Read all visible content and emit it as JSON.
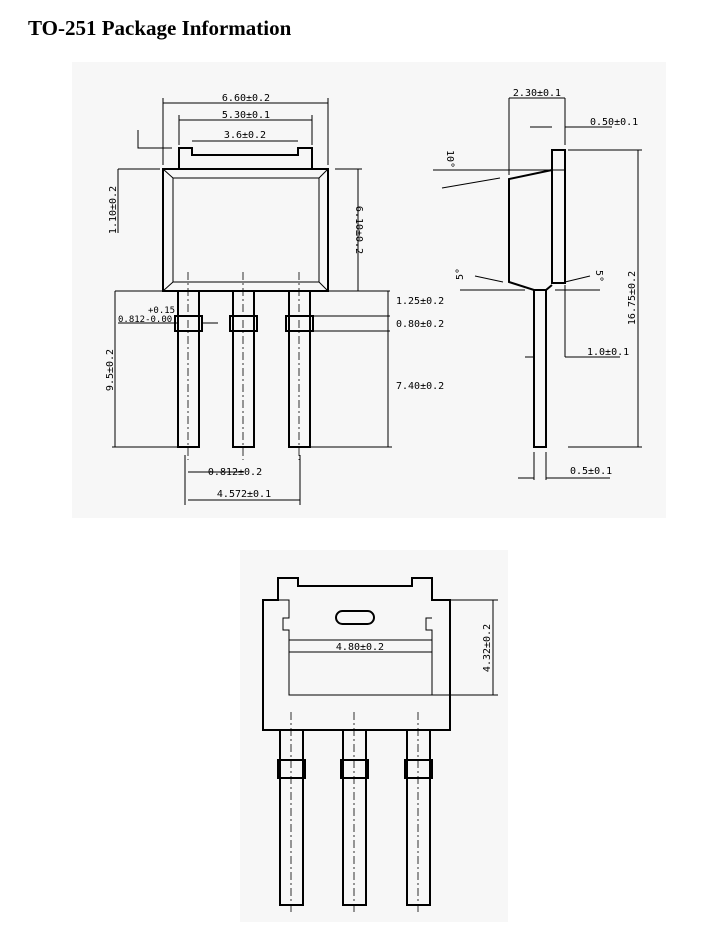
{
  "title": "TO-251 Package Information",
  "front_view": {
    "width_overall": "6.60±0.2",
    "tab_width": "5.30±0.1",
    "tab_notch_width": "3.6±0.2",
    "tab_height": "1.10±0.2",
    "body_height": "6.10±0.2",
    "lead_width_tol_plus": "+0.15",
    "lead_width_tol": "0.812-0.00",
    "lead_shoulder": "1.25±0.2",
    "lead_band": "0.80±0.2",
    "lead_length": "7.40±0.2",
    "lead_total": "9.5±0.2",
    "lead_width": "0.812±0.2",
    "lead_pitch": "4.572±0.1"
  },
  "side_view": {
    "body_thickness": "2.30±0.1",
    "tab_thickness": "0.50±0.1",
    "angle_top": "10°",
    "angle_left": "5°",
    "angle_right": "5°",
    "total_height": "16.75±0.2",
    "lead_offset": "1.0±0.1",
    "lead_thickness": "0.5±0.1"
  },
  "bottom_view": {
    "cavity_width": "4.80±0.2",
    "cavity_height": "4.32±0.2"
  }
}
